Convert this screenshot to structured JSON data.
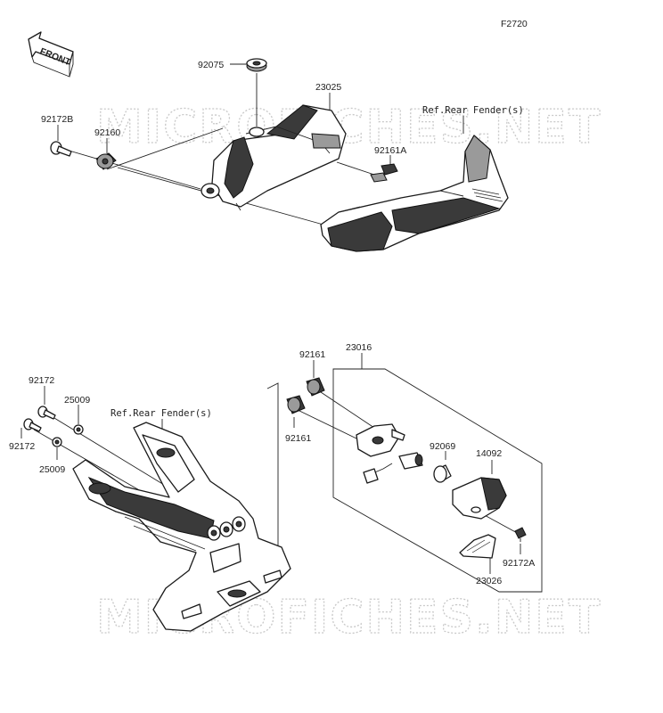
{
  "diagram": {
    "code": "F2720",
    "front_label": "FRONT",
    "watermark": "MICROFICHES.NET",
    "parts": {
      "p92075": "92075",
      "p23025": "23025",
      "p92172B": "92172B",
      "p92160": "92160",
      "p92161A": "92161A",
      "ref_top": "Ref.Rear Fender(s)",
      "p92161_a": "92161",
      "p23016": "23016",
      "p92161_b": "92161",
      "p92172_a": "92172",
      "p25009_a": "25009",
      "ref_bottom": "Ref.Rear Fender(s)",
      "p92172_b": "92172",
      "p25009_b": "25009",
      "p92069": "92069",
      "p14092": "14092",
      "p92172A": "92172A",
      "p23026": "23026"
    }
  }
}
